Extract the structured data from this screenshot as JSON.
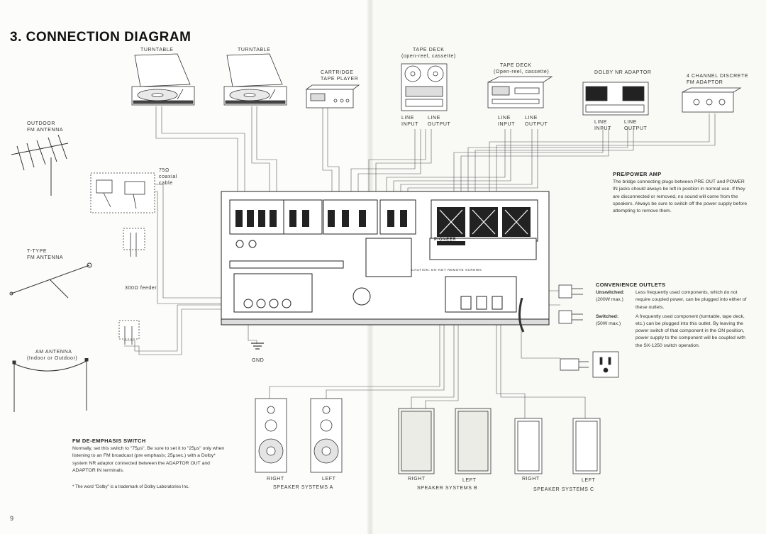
{
  "title": "3. CONNECTION  DIAGRAM",
  "page_number": "9",
  "labels": {
    "turntable1": "TURNTABLE",
    "turntable2": "TURNTABLE",
    "cartridge": "CARTRIDGE\nTAPE PLAYER",
    "tape_deck1_title": "TAPE DECK",
    "tape_deck1_sub": "(open-reel, cassette)",
    "tape_deck2_title": "TAPE DECK",
    "tape_deck2_sub": "(Open-reel, cassette)",
    "dolby": "DOLBY NR ADAPTOR",
    "fourch": "4 CHANNEL DISCRETE\nFM ADAPTOR",
    "line_input": "LINE\nINPUT",
    "line_output": "LINE\nOUTPUT",
    "outdoor_ant": "OUTDOOR\nFM ANTENNA",
    "coax": "75Ω\ncoaxial\ncable",
    "ttype_ant": "T-TYPE\nFM ANTENNA",
    "feeder": "300Ω feeder",
    "am_ant": "AM ANTENNA\n(Indoor or Outdoor)",
    "gnd": "GND",
    "right": "RIGHT",
    "left": "LEFT",
    "spk_a": "SPEAKER SYSTEMS A",
    "spk_b": "SPEAKER SYSTEMS B",
    "spk_c": "SPEAKER SYSTEMS C"
  },
  "notes": {
    "pre_power_title": "PRE/POWER AMP",
    "pre_power_text": "The bridge connecting plugs between PRE OUT and POWER IN jacks should always be left in position in normal use. If they are disconnected or removed, no sound will come from the speakers. Always be sure to switch off the power supply before attempting to remove them.",
    "conv_title": "CONVENIENCE OUTLETS",
    "unswitched_label": "Unswitched:",
    "unswitched_max": "(200W max.)",
    "unswitched_text": "Less frequently used components, which do not require coupled power, can be plugged into either of these outlets.",
    "switched_label": "Switched:",
    "switched_max": "(50W max.)",
    "switched_text": "A frequently used component (turntable, tape deck, etc.) can be plugged into this outlet. By leaving the power switch of that component in the ON position, power supply to the component will be coupled with the SX-1250 switch operation.",
    "fm_title": "FM DE-EMPHASIS SWITCH",
    "fm_text": "Normally, set this switch to \"75μs\". Be sure to set it to \"25μs\" only when listening to an FM broadcast (pre emphasis; 25μsec.) with a Dolby* system NR adaptor connected between the ADAPTOR OUT and ADAPTOR IN terminals.",
    "dolby_footnote": "* The word \"Dolby\" is a trademark of Dolby Laboratories Inc."
  },
  "receiver": {
    "brand": "PIONEER",
    "caution": "CAUTION: DO NOT REMOVE SCREWS"
  }
}
